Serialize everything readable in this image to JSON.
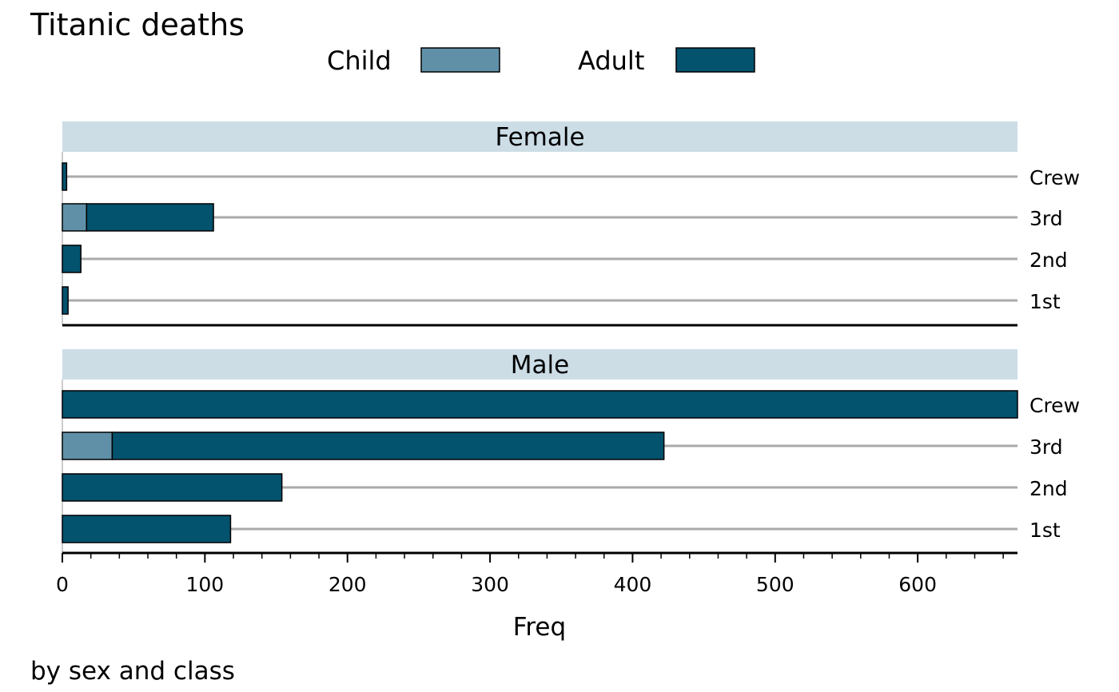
{
  "chart_data": {
    "type": "bar",
    "orientation": "horizontal",
    "stacked": true,
    "title": "Titanic deaths",
    "caption": "by sex and class",
    "xlabel": "Freq",
    "xlim": [
      0,
      670
    ],
    "xticks": [
      0,
      100,
      200,
      300,
      400,
      500,
      600
    ],
    "categories": [
      "Crew",
      "3rd",
      "2nd",
      "1st"
    ],
    "legend": {
      "position": "top",
      "entries": [
        {
          "name": "Child",
          "color": "#6090A8"
        },
        {
          "name": "Adult",
          "color": "#03526E"
        }
      ]
    },
    "grid": true,
    "panels": [
      {
        "name": "Female",
        "series": [
          {
            "name": "Child",
            "values": [
              0,
              17,
              0,
              0
            ]
          },
          {
            "name": "Adult",
            "values": [
              3,
              89,
              13,
              4
            ]
          }
        ]
      },
      {
        "name": "Male",
        "series": [
          {
            "name": "Child",
            "values": [
              0,
              35,
              0,
              0
            ]
          },
          {
            "name": "Adult",
            "values": [
              670,
              387,
              154,
              118
            ]
          }
        ]
      }
    ],
    "colors": {
      "strip": "#CCDDE6",
      "gridline": "#AAAAAA",
      "child": "#6090A8",
      "adult": "#03526E"
    }
  }
}
